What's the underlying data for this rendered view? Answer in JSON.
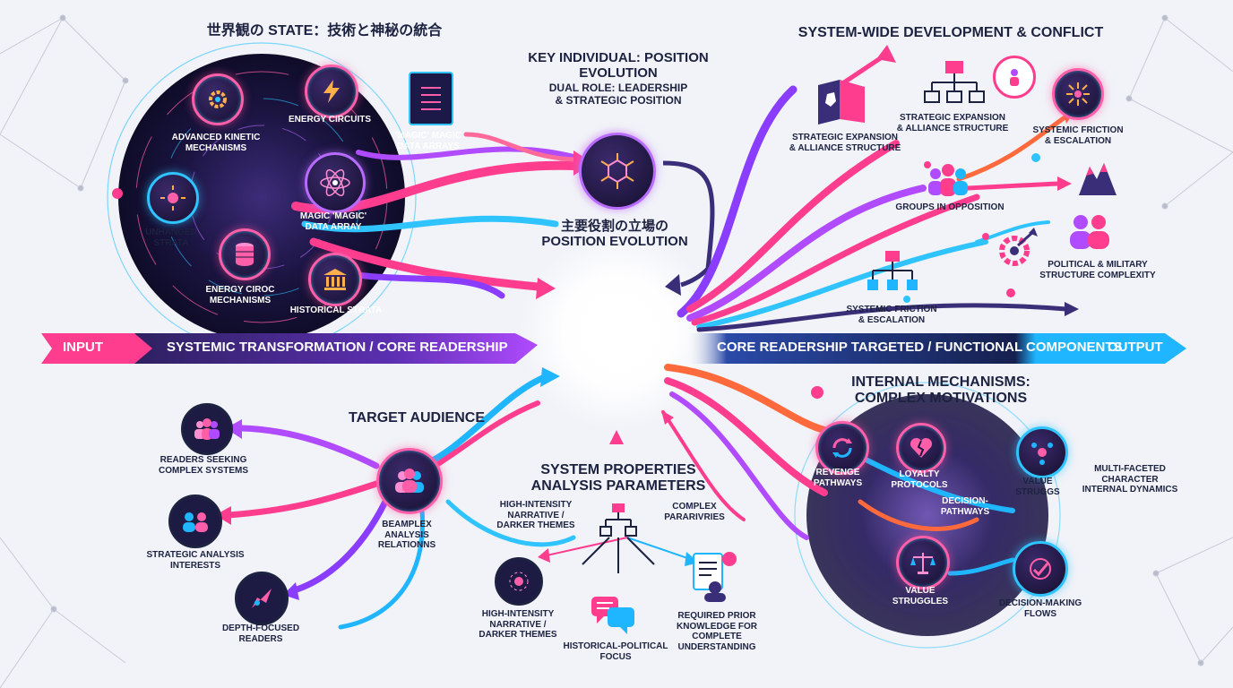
{
  "worldview": {
    "title": "世界観の STATE：技術と神秘の統合",
    "advanced_kinetic": "ADVANCED KINETIC\nMECHANISMS",
    "energy_circuits": "ENERGY CIRCUITS",
    "magic_data_arrays": "'MAGIC' MAGIC\nDATA ARRAYS",
    "magic_data_array": "MAGIC 'MAGIC'\nDATA ARRAY",
    "unhanged_strata": "UNHANGED\nSTRATA",
    "energy_ciroc": "ENERGY CIROC\nMECHANISMS",
    "historical_strata": "HISTORICAL STRATA"
  },
  "key_individual": {
    "title": "KEY INDIVIDUAL: POSITION\nEVOLUTION",
    "subtitle": "DUAL ROLE: LEADERSHIP\n& STRATEGIC POSITION",
    "jp_label": "主要役割の立場の\nPOSITION EVOLUTION"
  },
  "system_wide": {
    "title": "SYSTEM-WIDE DEVELOPMENT & CONFLICT",
    "strategic_expansion_1": "STRATEGIC EXPANSION\n& ALLIANCE STRUCTURE",
    "strategic_expansion_2": "STRATEGIC EXPANSION\n& ALLIANCE STRUCTURE",
    "systemic_friction_1": "SYSTEMIC FRICTION\n& ESCALATION",
    "groups_opposition": "GROUPS IN OPPOSITION",
    "political_military": "POLITICAL & MILITARY\nSTRUCTURE COMPLEXITY",
    "systemic_friction_2": "SYSTEMIC FRICTION\n& ESCALATION"
  },
  "flow_bar": {
    "input": "INPUT",
    "left_text": "SYSTEMIC TRANSFORMATION  /  CORE READERSHIP",
    "right_text": "CORE READERSHIP TARGETED / FUNCTIONAL COMPONENTS",
    "output": "OUTPUT"
  },
  "target_audience": {
    "title": "TARGET AUDIENCE",
    "readers_seeking": "READERS SEEKING\nCOMPLEX SYSTEMS",
    "strategic_analysis": "STRATEGIC ANALYSIS\nINTERESTS",
    "depth_focused": "DEPTH-FOCUSED\nREADERS",
    "beamplex": "BEAMPLEX\nANALYSIS\nRELATIONNS"
  },
  "system_properties": {
    "title": "SYSTEM PROPERTIES\nANALYSIS PARAMETERS",
    "high_intensity_1": "HIGH-INTENSITY\nNARRATIVE /\nDARKER THEMES",
    "complex_paravrivies": "COMPLEX\nPARARIVRIES",
    "high_intensity_2": "HIGH-INTENSITY\nNARRATIVE /\nDARKER THEMES",
    "historical_political": "HISTORICAL-POLITICAL\nFOCUS",
    "required_prior": "REQUIRED PRIOR\nKNOWLEDGE FOR\nCOMPLETE\nUNDERSTANDING"
  },
  "internal": {
    "title": "INTERNAL MECHANISMS:\nCOMPLEX MOTIVATIONS",
    "revenge": "REVENGE\nPATHWAYS",
    "loyalty": "LOYALTY\nPROTOCOLS",
    "value_struggs": "VALUE\nSTRUGGS",
    "multi_faceted": "MULTI-FACETED\nCHARACTER\nINTERNAL DYNAMICS",
    "decision_pathways": "DECISION-\nPATHWAYS",
    "value_struggles": "VALUE\nSTRUGGLES",
    "decision_flows": "DECISION-MAKING\nFLOWS"
  },
  "colors": {
    "pink": "#ff3d8e",
    "cyan": "#1fb6ff",
    "purple": "#8a3dff",
    "navy": "#1d2240",
    "orange": "#ff6a3d"
  }
}
